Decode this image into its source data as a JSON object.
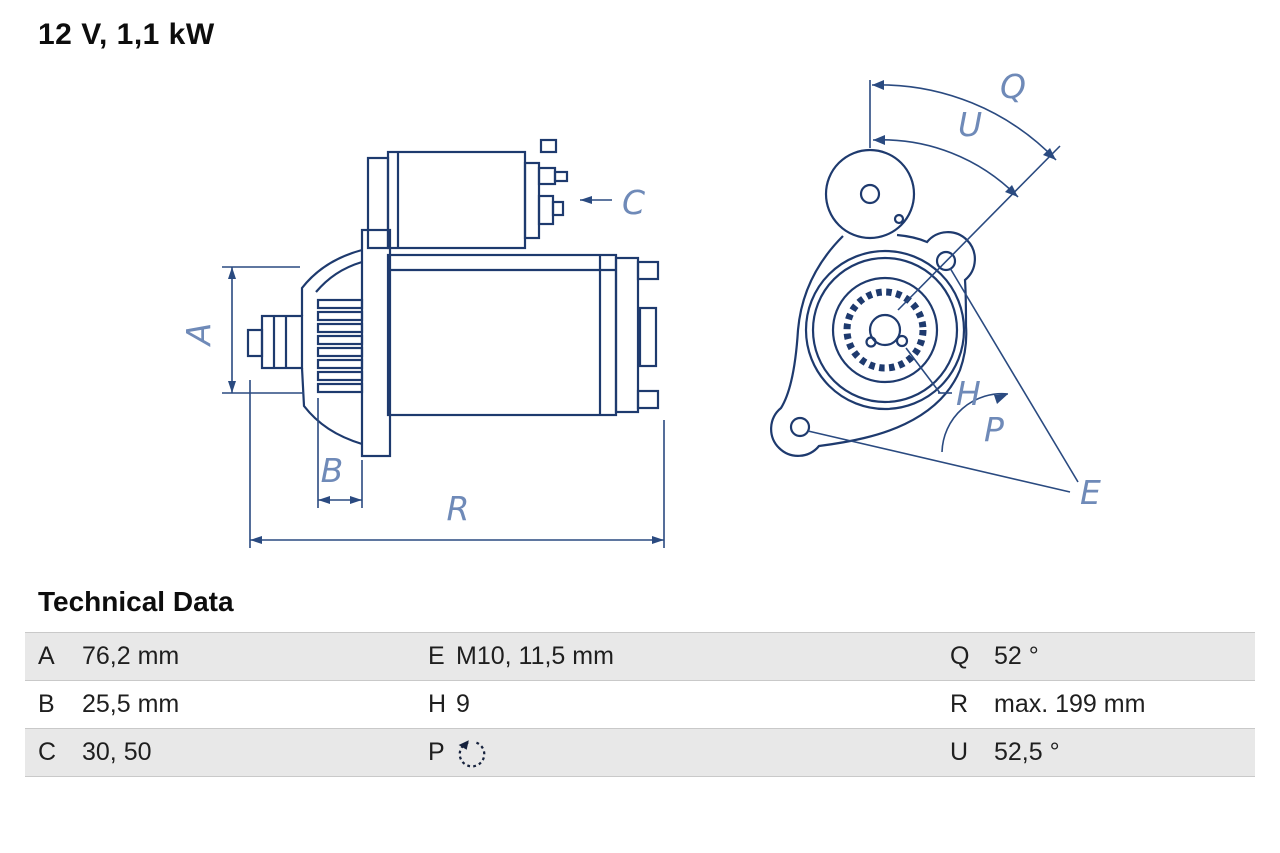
{
  "header": {
    "title": "12 V, 1,1 kW"
  },
  "technical_data": {
    "section_title": "Technical Data"
  },
  "table": {
    "rows": [
      {
        "cells": [
          {
            "key": "A",
            "value": "76,2 mm"
          },
          {
            "key": "E",
            "value": "M10, 11,5 mm"
          },
          {
            "key": "Q",
            "value": "52 °"
          }
        ]
      },
      {
        "cells": [
          {
            "key": "B",
            "value": "25,5 mm"
          },
          {
            "key": "H",
            "value": "9"
          },
          {
            "key": "R",
            "value": "max. 199 mm"
          }
        ]
      },
      {
        "cells": [
          {
            "key": "C",
            "value": "30, 50"
          },
          {
            "key": "P",
            "value": "",
            "icon": "rotation-counterclockwise"
          },
          {
            "key": "U",
            "value": "52,5 °"
          }
        ]
      }
    ]
  },
  "diagram": {
    "side_view_labels": {
      "a": "A",
      "b": "B",
      "c": "C",
      "r": "R"
    },
    "front_view_labels": {
      "q": "Q",
      "u": "U",
      "h": "H",
      "p": "P",
      "e": "E"
    }
  },
  "colors": {
    "drawing_line": "#1e3a6e",
    "dimension_line": "#2a4a80",
    "label_blue": "#6f8ab8",
    "text": "#1f1f1f",
    "row_shaded": "#e8e8e8",
    "row_plain": "#ffffff"
  }
}
